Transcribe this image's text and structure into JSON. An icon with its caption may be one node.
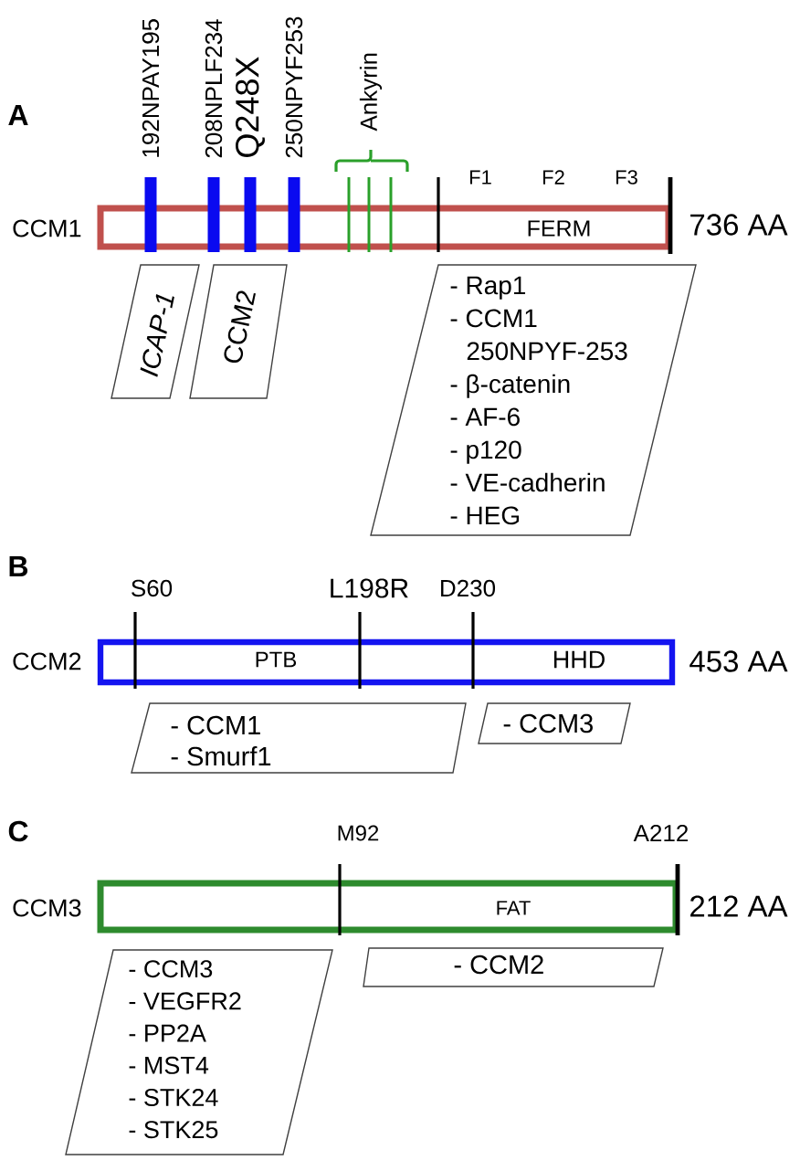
{
  "diagram": {
    "nodes": [
      {
        "text": [
          "FERM"
        ],
        "beside": [
          "CCM1",
          "736 AA"
        ]
      },
      {
        "text": [
          "ICAP-1"
        ]
      },
      {
        "text": [
          "CCM2"
        ]
      },
      {
        "text": [
          "- Rap1",
          "- CCM1 250NPYF-253",
          "- β-catenin",
          "- AF-6",
          "- p120",
          "- VE-cadherin",
          "- HEG"
        ]
      },
      {
        "text": [
          "PTB",
          "HHD"
        ],
        "beside": [
          "CCM2",
          "453 AA"
        ]
      },
      {
        "text": [
          "- CCM1",
          "- Smurf1"
        ]
      },
      {
        "text": [
          "- CCM3"
        ]
      },
      {
        "text": [
          "FAT"
        ],
        "beside": [
          "CCM3",
          "212 AA"
        ]
      },
      {
        "text": [
          "- CCM3",
          "- VEGFR2",
          "- PP2A",
          "- MST4",
          "- STK24",
          "- STK25"
        ]
      },
      {
        "text": [
          "- CCM2"
        ]
      }
    ],
    "labels": [
      "A",
      "192NPAY195",
      "208NPLF234",
      "Q248X",
      "250NPYF253",
      "Ankyrin",
      "F1",
      "F2",
      "F3",
      "B",
      "S60",
      "L198R",
      "D230",
      "C",
      "M92",
      "A212"
    ]
  }
}
